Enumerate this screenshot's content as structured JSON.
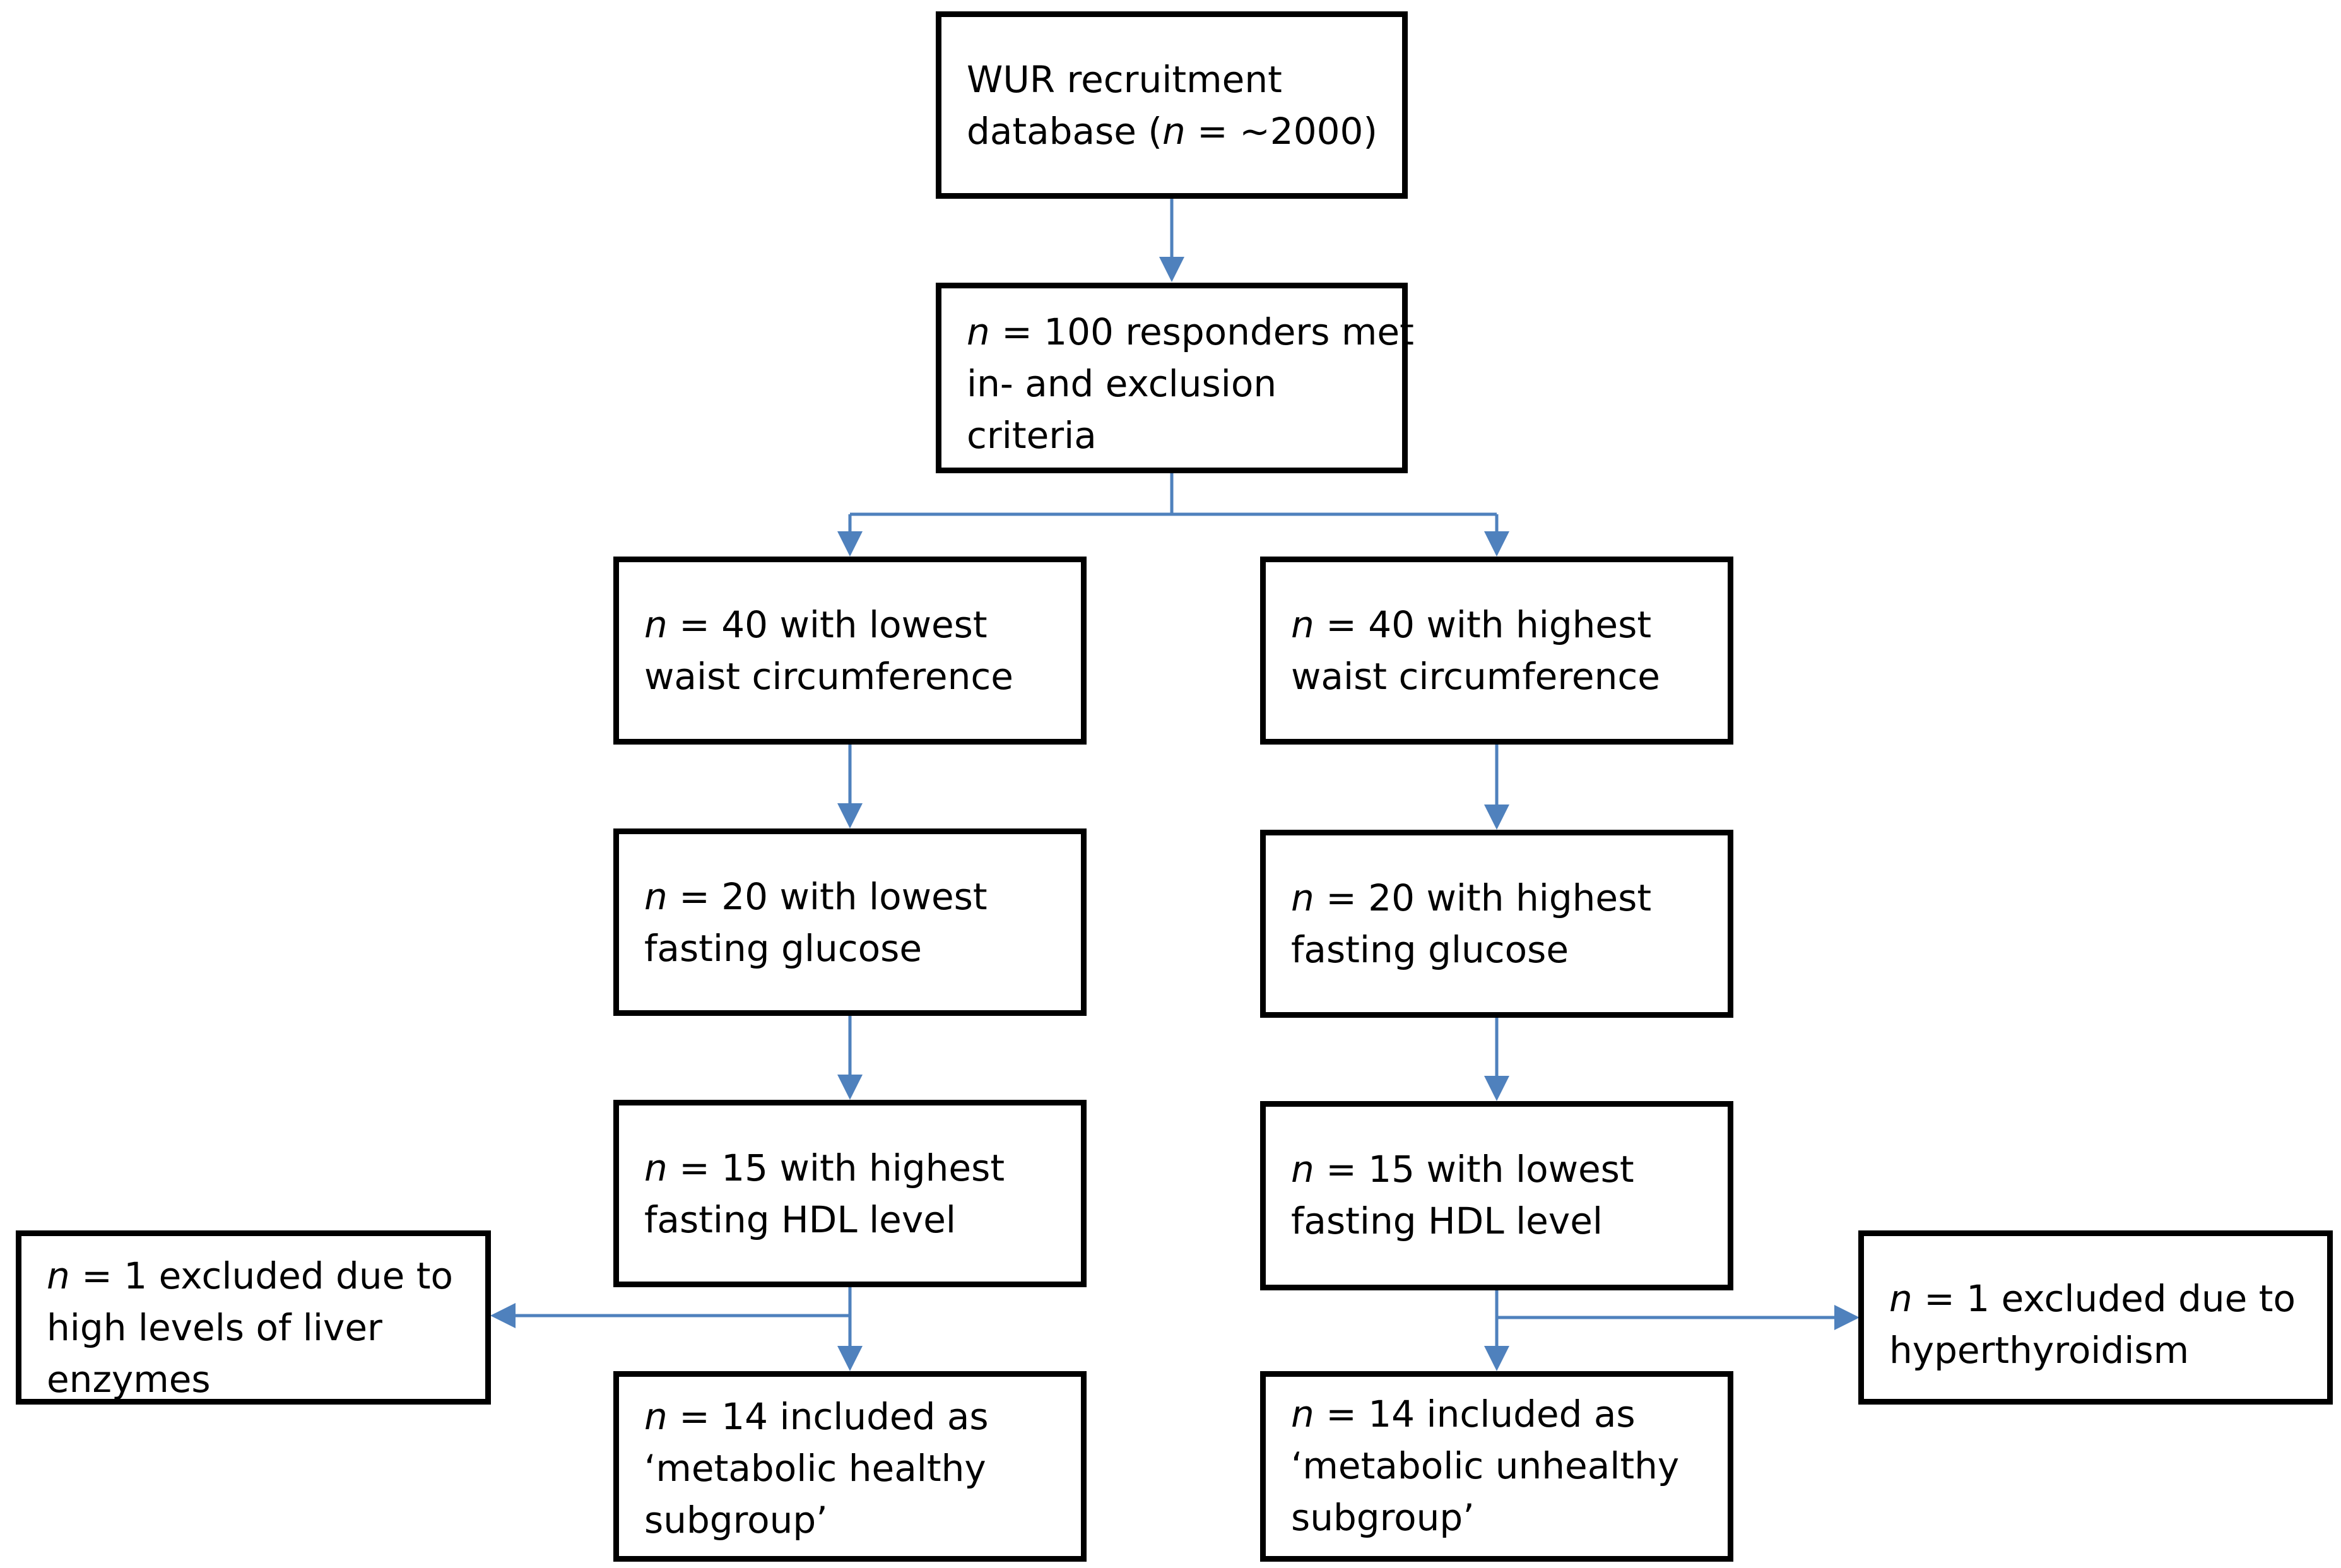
{
  "diagram": {
    "type": "flowchart",
    "arrow_color": "#4F81BD",
    "nodes": {
      "database": {
        "lines": [
          {
            "text": "WUR recruitment"
          },
          {
            "text": "database (",
            "n": "n",
            "tail": " = ~2000)"
          }
        ]
      },
      "criteria": {
        "lines": [
          {
            "n": "n",
            "tail": " = 100 responders met"
          },
          {
            "text": "in- and exclusion"
          },
          {
            "text": "criteria"
          }
        ]
      },
      "lowest_waist": {
        "lines": [
          {
            "n": "n",
            "tail": " = 40 with lowest"
          },
          {
            "text": "waist circumference"
          }
        ]
      },
      "highest_waist": {
        "lines": [
          {
            "n": "n",
            "tail": " = 40 with highest"
          },
          {
            "text": "waist circumference"
          }
        ]
      },
      "lowest_glucose": {
        "lines": [
          {
            "n": "n",
            "tail": " = 20 with lowest"
          },
          {
            "text": "fasting glucose"
          }
        ]
      },
      "highest_glucose": {
        "lines": [
          {
            "n": "n",
            "tail": " = 20 with highest"
          },
          {
            "text": "fasting glucose"
          }
        ]
      },
      "highest_hdl": {
        "lines": [
          {
            "n": "n",
            "tail": " = 15 with highest"
          },
          {
            "text": "fasting HDL level"
          }
        ]
      },
      "lowest_hdl": {
        "lines": [
          {
            "n": "n",
            "tail": " = 15 with lowest"
          },
          {
            "text": "fasting HDL level"
          }
        ]
      },
      "excluded_liver": {
        "lines": [
          {
            "n": "n",
            "tail": " = 1 excluded due to"
          },
          {
            "text": "high levels of liver"
          },
          {
            "text": "enzymes"
          }
        ]
      },
      "excluded_thyroid": {
        "lines": [
          {
            "n": "n",
            "tail": " = 1 excluded due to"
          },
          {
            "text": "hyperthyroidism"
          }
        ]
      },
      "healthy_subgroup": {
        "lines": [
          {
            "n": "n",
            "tail": " = 14 included as"
          },
          {
            "text": "‘metabolic healthy"
          },
          {
            "text": "subgroup’"
          }
        ]
      },
      "unhealthy_subgroup": {
        "lines": [
          {
            "n": "n",
            "tail": " = 14 included as"
          },
          {
            "text": "‘metabolic unhealthy"
          },
          {
            "text": "subgroup’"
          }
        ]
      }
    }
  }
}
